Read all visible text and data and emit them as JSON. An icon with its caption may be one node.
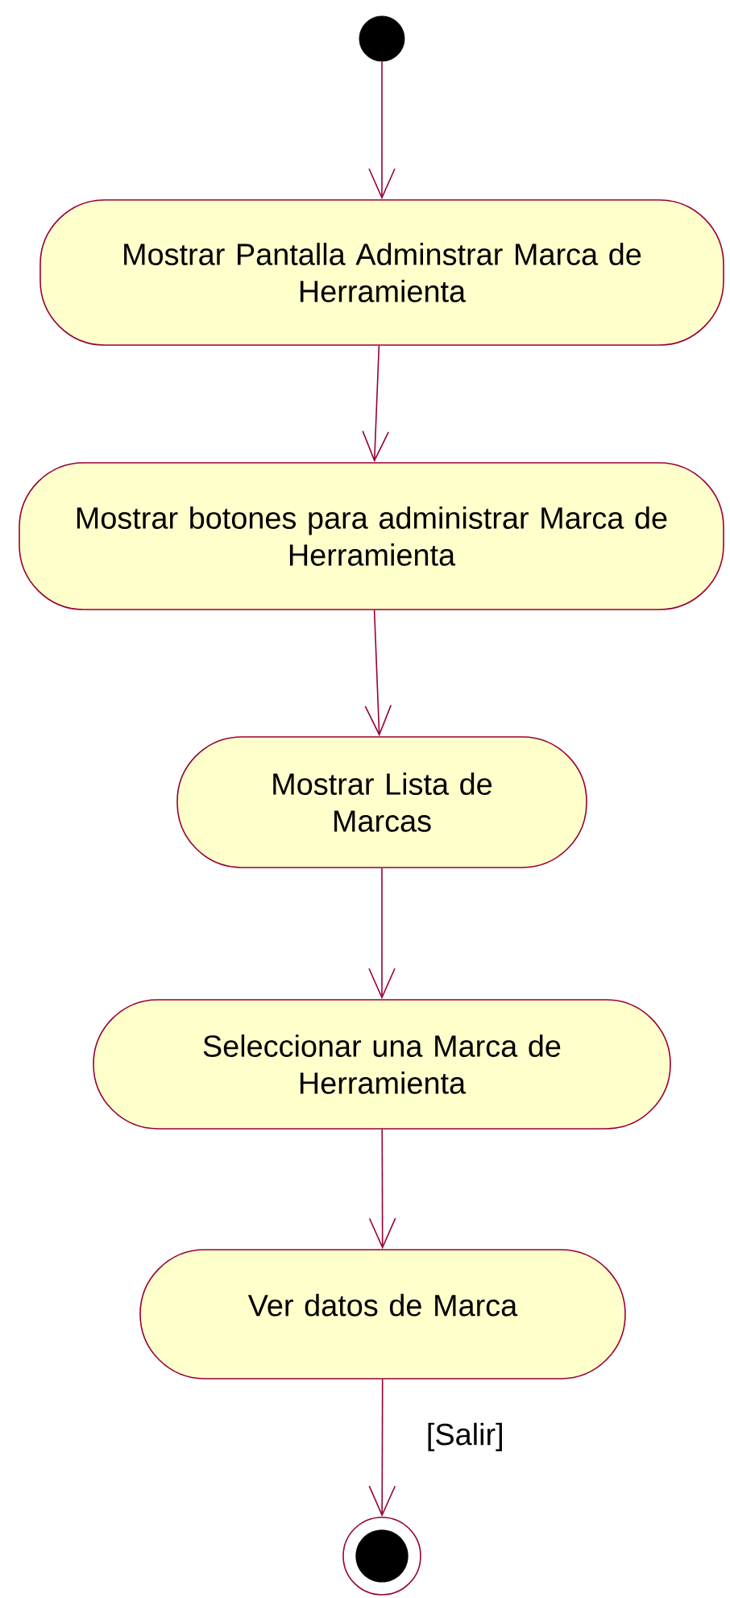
{
  "diagram": {
    "nodes": [
      {
        "text": [],
        "shape": "circle"
      },
      {
        "text": [
          "Mostrar Pantalla Adminstrar Marca de Herramienta"
        ]
      },
      {
        "text": [
          "Mostrar botones para administrar Marca de Herramienta"
        ]
      },
      {
        "text": [
          "Mostrar Lista de Marcas"
        ]
      },
      {
        "text": [
          "Seleccionar una Marca de Herramienta"
        ]
      },
      {
        "text": [
          "Ver datos de Marca"
        ]
      },
      {
        "text": [],
        "shape": "circle"
      }
    ],
    "edges": [
      {
        "from": 0,
        "to": 1,
        "arrow": "to"
      },
      {
        "from": 1,
        "to": 2,
        "arrow": "to"
      },
      {
        "from": 2,
        "to": 3,
        "arrow": "to"
      },
      {
        "from": 3,
        "to": 4,
        "arrow": "to"
      },
      {
        "from": 4,
        "to": 5,
        "arrow": "to"
      },
      {
        "from": 5,
        "to": 6,
        "arrow": "to",
        "label": "[Salir]"
      }
    ]
  }
}
